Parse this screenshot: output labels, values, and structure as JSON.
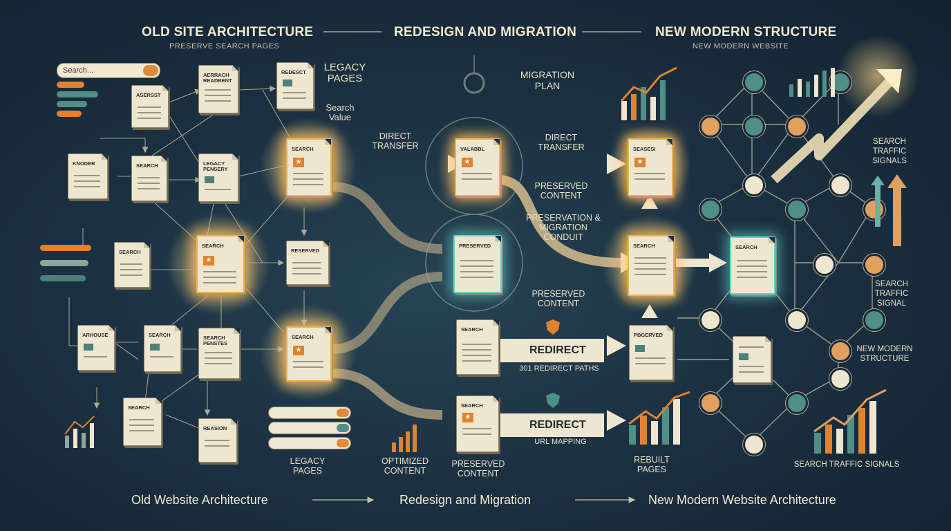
{
  "headers": {
    "old": "OLD SITE ARCHITECTURE",
    "old_sub": "PRESERVE SEARCH PAGES",
    "mid": "REDESIGN AND MIGRATION",
    "new": "NEW MODERN STRUCTURE",
    "new_sub": "NEW MODERN WEBSITE"
  },
  "footer": {
    "old": "Old Website Architecture",
    "mid": "Redesign and Migration",
    "new": "New Modern Website Architecture"
  },
  "search": {
    "placeholder": "Search..."
  },
  "left_docs": {
    "aerrach": "AERRACH READBENT",
    "asersst": "ASERSST",
    "redesct": "REDESCT",
    "knoder": "KNODER",
    "search_a": "SEARCH",
    "legacy_pensery": "LEGACY PENSERY",
    "search_b": "SEARCH",
    "search_star": "SEARCH",
    "reserved": "RESERVED",
    "arhouse": "ARHOUSE",
    "search_c": "SEARCH",
    "search_penstes": "SEARCH PENSTES",
    "search_d": "SEARCH",
    "reasion": "REASION",
    "search_top": "SEARCH",
    "search_bottom": "SEARCH"
  },
  "left_labels": {
    "legacy_top": "LEGACY PAGES",
    "search_value": "Search Value",
    "legacy_bottom": "LEGACY PAGES"
  },
  "mid_labels": {
    "direct_transfer_a": "DIRECT TRANSFER",
    "migration_plan": "MIGRATION PLAN",
    "direct_transfer_b": "DIRECT TRANSFER",
    "preserved_content_a": "PRESERVED CONTENT",
    "preservation": "PRESERVATION & MIGRATION CONDUIT",
    "preserved_content_b": "PRESERVED CONTENT",
    "redirect_a": "REDIRECT",
    "redirect_paths": "301 REDIRECT PATHS",
    "redirect_b": "REDIRECT",
    "url_mapping": "URL MAPPING",
    "optimized": "OPTIMIZED CONTENT",
    "preserved_content_c": "PRESERVED CONTENT"
  },
  "mid_docs": {
    "valabbl": "VALABBL",
    "preserved": "PRESERVED",
    "search_a": "SEARCH",
    "search_b": "SEARCH"
  },
  "right_docs": {
    "seasesi": "SEASESI",
    "search_a": "SEARCH",
    "pbgerved": "PBGERVED",
    "search_center": "SEARCH"
  },
  "right_labels": {
    "rebuilt": "REBUILT PAGES",
    "traffic_signals_a": "SEARCH TRAFFIC SIGNALS",
    "traffic_signal_b": "SEARCH TRAFFIC SIGNAL",
    "new_modern_structure": "NEW MODERN STRUCTURE",
    "traffic_signals_c": "SEARCH TRAFFIC SIGNALS"
  },
  "colors": {
    "background": "#1b3142",
    "paper": "#efe6cf",
    "orange": "#e0822e",
    "teal": "#4f8f88",
    "gold_glow": "#f0b04e",
    "cyan_glow": "#6ad4c8"
  }
}
